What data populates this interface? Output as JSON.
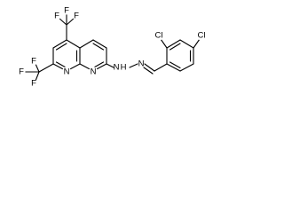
{
  "molecule": {
    "cf3_top": {
      "f_left": "F",
      "f_top": "F",
      "f_right": "F"
    },
    "cf3_left": {
      "f_top": "F",
      "f_left": "F",
      "f_bottom": "F"
    },
    "ring_n1": "N",
    "ring_n2": "N",
    "hydrazone_nh": "N",
    "hydrazone_h": "H",
    "hydrazone_n": "N",
    "cl_ortho": "Cl",
    "cl_para": "Cl"
  }
}
